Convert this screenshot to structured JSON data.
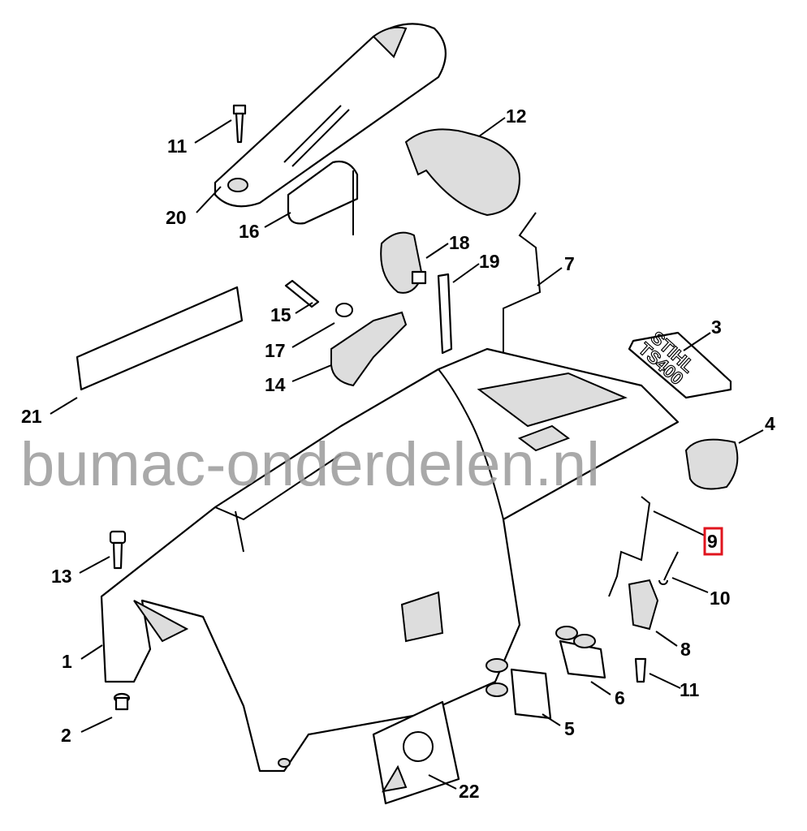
{
  "diagram": {
    "callouts": [
      {
        "id": "c11a",
        "label": "11"
      },
      {
        "id": "c20",
        "label": "20"
      },
      {
        "id": "c16",
        "label": "16"
      },
      {
        "id": "c12",
        "label": "12"
      },
      {
        "id": "c18",
        "label": "18"
      },
      {
        "id": "c19",
        "label": "19"
      },
      {
        "id": "c7",
        "label": "7"
      },
      {
        "id": "c15",
        "label": "15"
      },
      {
        "id": "c17",
        "label": "17"
      },
      {
        "id": "c14",
        "label": "14"
      },
      {
        "id": "c3",
        "label": "3"
      },
      {
        "id": "c21",
        "label": "21"
      },
      {
        "id": "c4",
        "label": "4"
      },
      {
        "id": "c9",
        "label": "9",
        "highlighted": true
      },
      {
        "id": "c13",
        "label": "13"
      },
      {
        "id": "c10",
        "label": "10"
      },
      {
        "id": "c1",
        "label": "1"
      },
      {
        "id": "c8",
        "label": "8"
      },
      {
        "id": "c11b",
        "label": "11"
      },
      {
        "id": "c6",
        "label": "6"
      },
      {
        "id": "c2",
        "label": "2"
      },
      {
        "id": "c5",
        "label": "5"
      },
      {
        "id": "c22",
        "label": "22"
      }
    ],
    "decal_text": [
      "STIHL",
      "TS400"
    ],
    "highlight_color": "#e0141e",
    "watermark": "bumac-onderdelen.nl"
  }
}
